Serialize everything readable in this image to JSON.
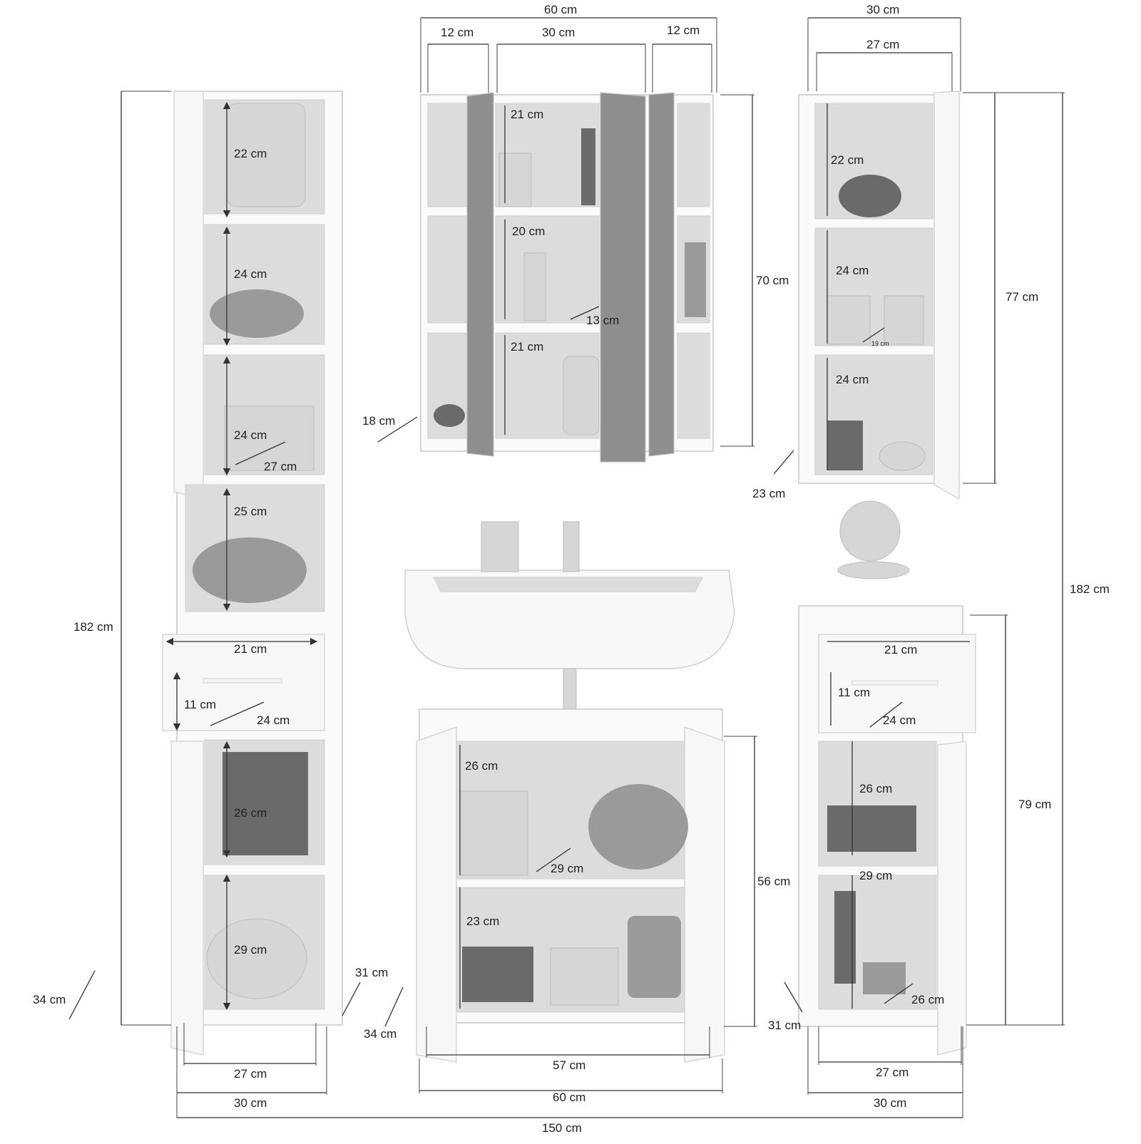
{
  "dimensions": {
    "tall_cabinet": {
      "height": "182 cm",
      "depth": "34 cm",
      "width_outer": "30 cm",
      "width_inner": "27 cm",
      "shelf_1": "22 cm",
      "shelf_2": "24 cm",
      "shelf_3_height": "24 cm",
      "shelf_3_width": "27 cm",
      "shelf_4": "25 cm",
      "drawer_width": "21 cm",
      "drawer_height": "11 cm",
      "drawer_depth": "24 cm",
      "lower_1": "26 cm",
      "lower_2": "29 cm",
      "inner_depth": "31 cm"
    },
    "mirror_cabinet": {
      "width": "60 cm",
      "left_width": "12 cm",
      "center_width": "30 cm",
      "right_width": "12 cm",
      "height": "70 cm",
      "depth": "18 cm",
      "shelf_1": "21 cm",
      "shelf_2": "20 cm",
      "shelf_3": "21 cm",
      "shelf_depth": "13 cm"
    },
    "wall_cabinet": {
      "width_outer": "30 cm",
      "width_inner": "27 cm",
      "height": "77 cm",
      "depth": "23 cm",
      "shelf_1": "22 cm",
      "shelf_2": "24 cm",
      "shelf_2_depth": "19 cm",
      "shelf_3": "24 cm"
    },
    "overall_height": "182 cm",
    "vanity": {
      "height": "56 cm",
      "depth": "34 cm",
      "width_inner": "57 cm",
      "width_outer": "60 cm",
      "upper_height": "26 cm",
      "upper_depth": "29 cm",
      "lower_height": "23 cm"
    },
    "side_cabinet": {
      "height": "79 cm",
      "depth": "31 cm",
      "width_inner": "27 cm",
      "width_outer": "30 cm",
      "drawer_width": "21 cm",
      "drawer_height": "11 cm",
      "drawer_depth": "24 cm",
      "shelf_1": "26 cm",
      "shelf_2": "29 cm",
      "shelf_2_depth": "26 cm"
    },
    "total_width": "150 cm"
  }
}
